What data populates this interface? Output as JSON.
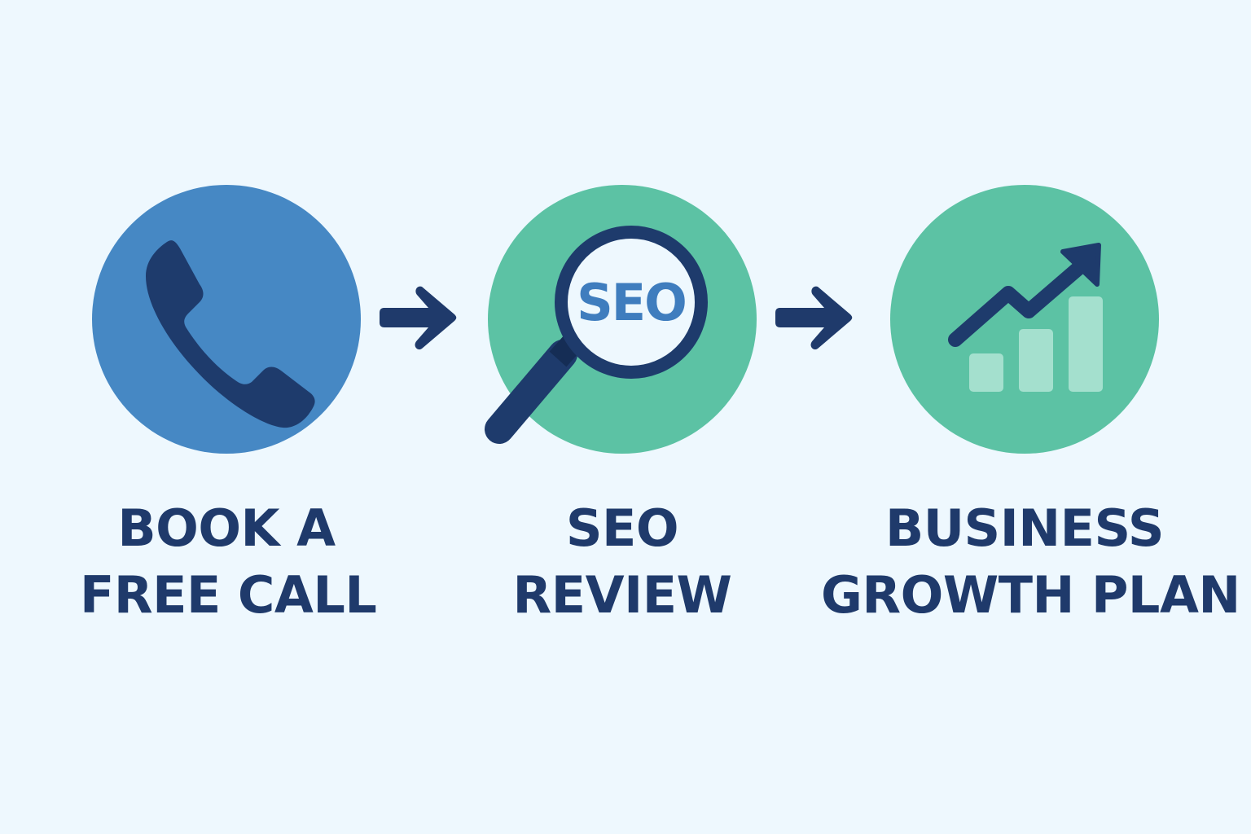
{
  "colors": {
    "background": "#EEF8FE",
    "navy": "#1F3A6B",
    "blue_circle": "#4688C4",
    "green_circle": "#5CC2A4",
    "bar_light": "#A4E0CE",
    "seo_text": "#3F7DBE",
    "lens_fill": "#EEF8FE"
  },
  "steps": [
    {
      "icon": "phone-icon",
      "circle_color": "#4688C4",
      "label_line1": "BOOK A",
      "label_line2": "FREE CALL"
    },
    {
      "icon": "magnifier-seo-icon",
      "circle_color": "#5CC2A4",
      "icon_text": "SEO",
      "label_line1": "SEO",
      "label_line2": "REVIEW"
    },
    {
      "icon": "growth-chart-icon",
      "circle_color": "#5CC2A4",
      "label_line1": "BUSINESS",
      "label_line2": "GROWTH PLAN"
    }
  ],
  "connectors": [
    {
      "icon": "arrow-right-icon"
    },
    {
      "icon": "arrow-right-icon"
    }
  ]
}
